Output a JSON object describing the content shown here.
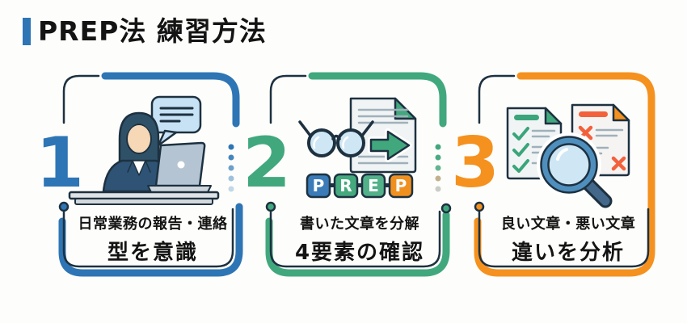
{
  "title": {
    "text": "PREP法 練習方法"
  },
  "colors": {
    "bg": "#fdfdfb",
    "ink": "#141414",
    "outline": "#1d3140",
    "titleAccent": "#2e75b5",
    "step1": "#2e75b5",
    "step2": "#41a87d",
    "step3": "#f5911e",
    "check": "#3aa57a",
    "cross": "#f2613c",
    "bubble": "#c6e2f4",
    "lens": "#cfe7f5",
    "rim": "#4f8fbe",
    "handle": "#44688a",
    "hair": "#2f5168",
    "suit": "#2e5374",
    "skin": "#f6d7b6",
    "shirt": "#ffffff",
    "laptop": "#b5c4d2",
    "desk": "#dfe3e6",
    "doc": "#f1f4f4",
    "docLine": "#9fb0ba"
  },
  "steps": [
    {
      "number": "1",
      "caption_line1": "日常業務の報告・連絡",
      "caption_line2": "型を意識",
      "illustration": "woman-at-laptop-with-speech-bubble",
      "dots": [
        "#2e75b5",
        "#4585bd",
        "#6ba0cb",
        "#9dc0dc",
        "#c2d7e8"
      ]
    },
    {
      "number": "2",
      "caption_line1": "書いた文章を分解",
      "caption_line2": "4要素の確認",
      "illustration": "glasses-document-prep-blocks",
      "dots": [
        "#41a87d",
        "#4aab83",
        "#62b493",
        "#c2b18c",
        "#c9cdc6"
      ],
      "prep": [
        {
          "letter": "P",
          "color": "#3a7bb8"
        },
        {
          "letter": "R",
          "color": "#45a97e"
        },
        {
          "letter": "E",
          "color": "#52b189"
        },
        {
          "letter": "P",
          "color": "#f0911f"
        }
      ]
    },
    {
      "number": "3",
      "caption_line1": "良い文章・悪い文章",
      "caption_line2": "違いを分析",
      "illustration": "good-bad-documents-magnifier"
    }
  ]
}
